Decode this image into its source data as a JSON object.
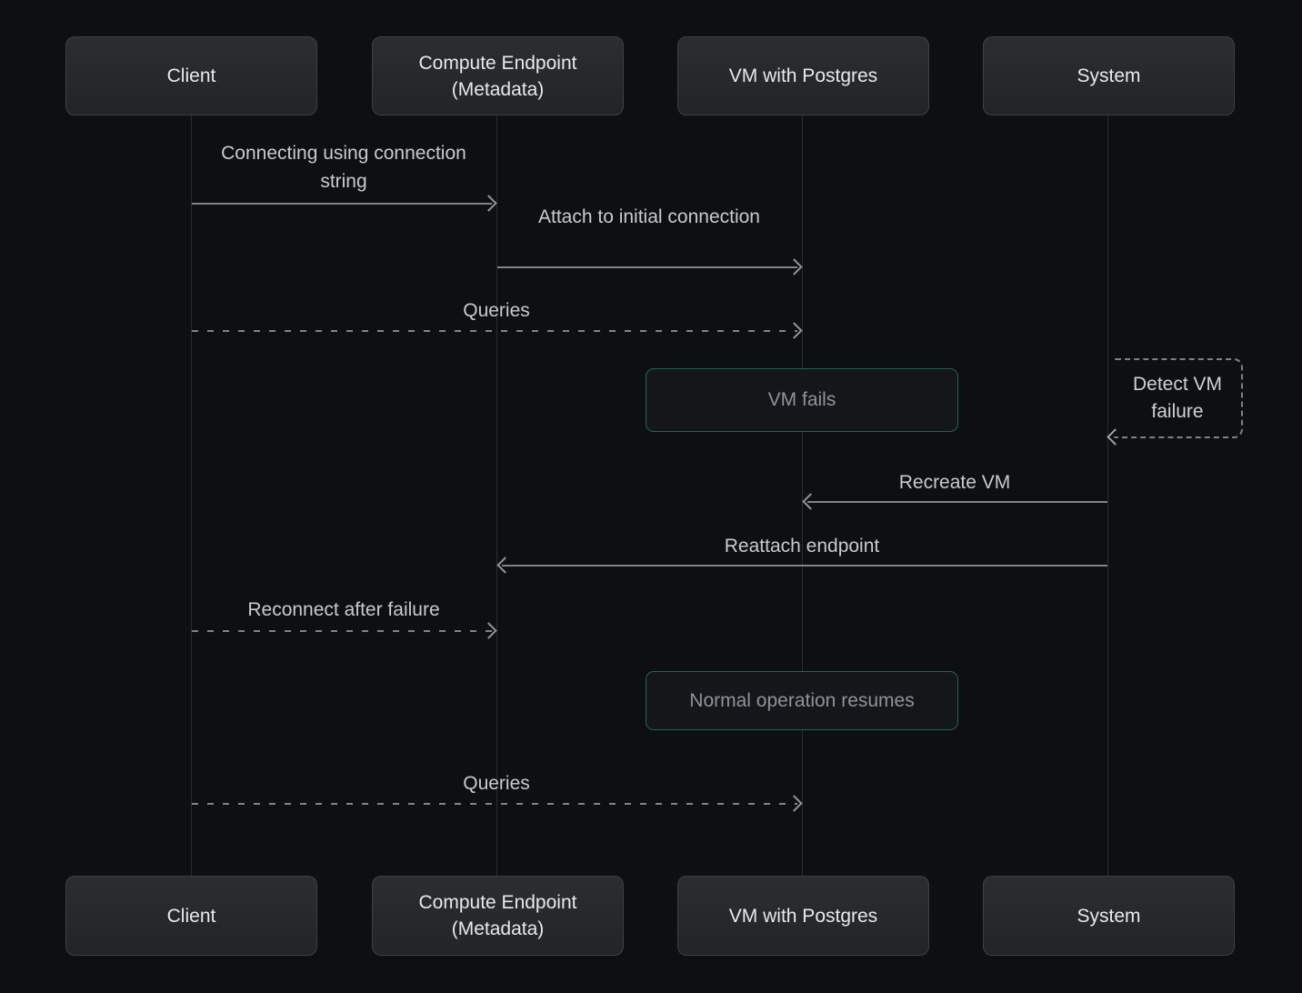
{
  "diagram": {
    "type": "sequence",
    "actors": [
      {
        "label": "Client"
      },
      {
        "label": "Compute Endpoint (Metadata)"
      },
      {
        "label": "VM with Postgres"
      },
      {
        "label": "System"
      }
    ],
    "messages": [
      {
        "from": "Client",
        "to": "Compute Endpoint (Metadata)",
        "label": "Connecting using connection string",
        "line": "solid"
      },
      {
        "from": "Compute Endpoint (Metadata)",
        "to": "VM with Postgres",
        "label": "Attach to initial connection",
        "line": "solid"
      },
      {
        "from": "Client",
        "to": "VM with Postgres",
        "label": "Queries",
        "line": "dashed"
      },
      {
        "from": "System",
        "to": "VM with Postgres",
        "label": "Recreate VM",
        "line": "solid"
      },
      {
        "from": "System",
        "to": "Compute Endpoint (Metadata)",
        "label": "Reattach endpoint",
        "line": "solid"
      },
      {
        "from": "Client",
        "to": "Compute Endpoint (Metadata)",
        "label": "Reconnect after failure",
        "line": "dashed"
      },
      {
        "from": "Client",
        "to": "VM with Postgres",
        "label": "Queries",
        "line": "dashed"
      }
    ],
    "notes": [
      {
        "over": "VM with Postgres",
        "label": "VM fails"
      },
      {
        "over": "VM with Postgres",
        "label": "Normal operation resumes"
      }
    ],
    "self_note": {
      "actor": "System",
      "label": "Detect VM failure"
    },
    "colors": {
      "background": "#0e0f11",
      "actor_box_bg": "#26272b",
      "actor_box_border": "#3e3f44",
      "note_border_green": "#256350",
      "arrow_gray": "#80838b",
      "message_text": "#c8cacd",
      "note_text": "#8f9399",
      "actor_text": "#e8e9eb"
    }
  }
}
